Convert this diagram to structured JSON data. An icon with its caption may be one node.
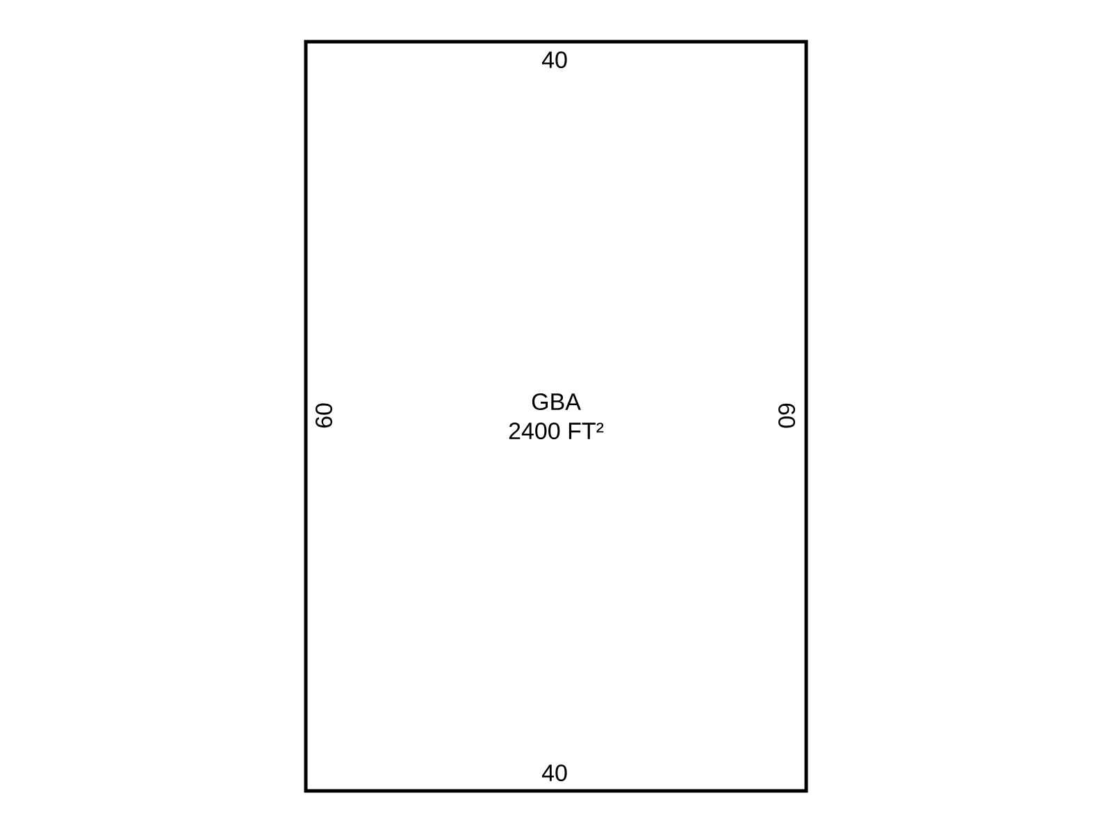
{
  "diagram": {
    "nodes": [
      {
        "text": [
          "GBA",
          "2400 FT²"
        ]
      }
    ],
    "labels": [
      "40",
      "60",
      "60",
      "40"
    ]
  }
}
